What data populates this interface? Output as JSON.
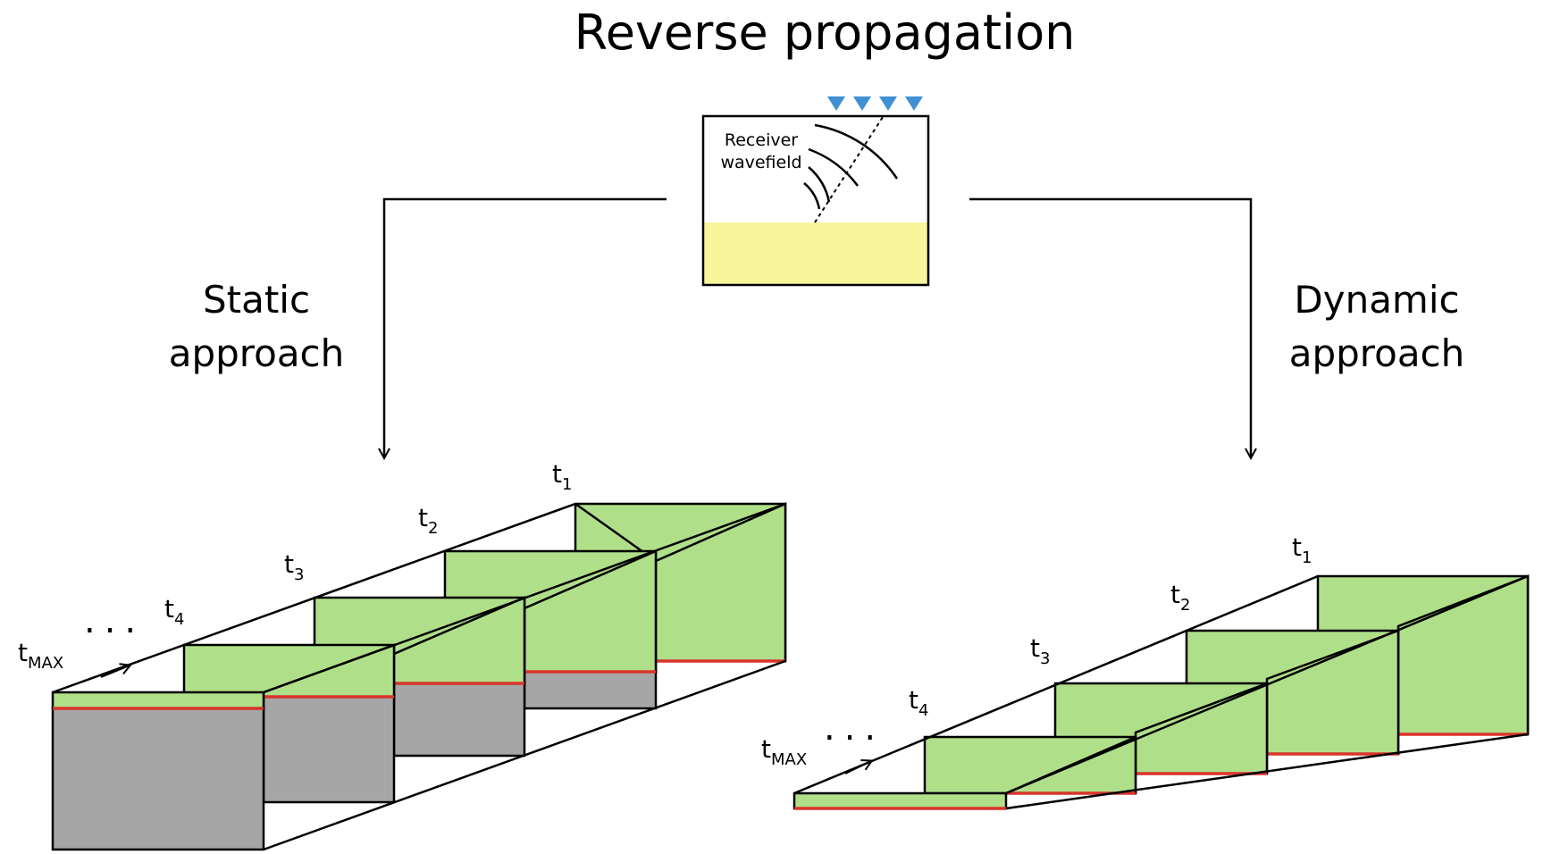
{
  "title": "Reverse propagation",
  "inset": {
    "label_line1": "Receiver",
    "label_line2": "wavefield",
    "receiver_count": 4
  },
  "static": {
    "label_line1": "Static",
    "label_line2": "approach",
    "t_labels": [
      {
        "base": "t",
        "sub": "1"
      },
      {
        "base": "t",
        "sub": "2"
      },
      {
        "base": "t",
        "sub": "3"
      },
      {
        "base": "t",
        "sub": "4"
      }
    ],
    "tmax": {
      "base": "t",
      "sub": "MAX"
    },
    "ellipsis": "..."
  },
  "dynamic": {
    "label_line1": "Dynamic",
    "label_line2": "approach",
    "t_labels": [
      {
        "base": "t",
        "sub": "1"
      },
      {
        "base": "t",
        "sub": "2"
      },
      {
        "base": "t",
        "sub": "3"
      },
      {
        "base": "t",
        "sub": "4"
      }
    ],
    "tmax": {
      "base": "t",
      "sub": "MAX"
    },
    "ellipsis": "..."
  },
  "colors": {
    "green": "#b0df8a",
    "gray": "#a6a6a6",
    "yellow": "#f8f59b",
    "red": "#d9342b",
    "receiver_blue": "#3f91d4"
  }
}
